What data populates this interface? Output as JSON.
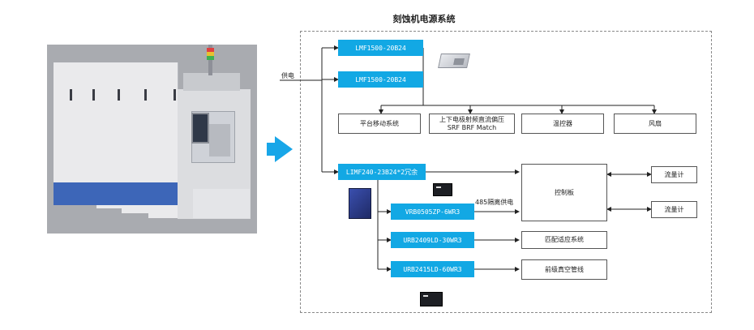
{
  "diagram": {
    "title": "刻蚀机电源系统",
    "input_label": "供电",
    "isolation_label": "485隔离供电",
    "psu_main_1": "LMF1500-20B24",
    "psu_main_2": "LMF1500-20B24",
    "psu_aux": "LIMF240-23B24*2冗余",
    "module_1": "VRB0505ZP-6WR3",
    "module_2": "URB2409LD-30WR3",
    "module_3": "URB2415LD-60WR3",
    "load_platform": "平台移动系统",
    "load_rf_line1": "上下电极射频直流偏压",
    "load_rf_line2": "SRF BRF Match",
    "load_temp": "温控器",
    "load_fan": "风扇",
    "control_board": "控制板",
    "flowmeter_1": "流量计",
    "flowmeter_2": "流量计",
    "match_system": "匹配适应系统",
    "vacuum_line": "前级真空管线"
  },
  "colors": {
    "module_blue": "#12a8e4",
    "arrow_blue": "#18a6e8",
    "machine_blue": "#3d66b8"
  },
  "icons": [
    "machine-photo",
    "big-arrow-icon",
    "psu-silver-icon",
    "psu-blue-icon",
    "dcdc-module-icon"
  ]
}
